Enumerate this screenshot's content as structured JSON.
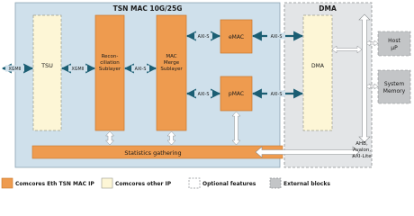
{
  "colors": {
    "orange": "#ee9b4f",
    "orange_border": "#c9762a",
    "yellow": "#fdf6d6",
    "mac_bg": "#cfe0eb",
    "dma_bg": "#e3e5e7",
    "ext_gray": "#c3c5c7",
    "arrow_blue": "#1b5e73",
    "white_arrow": "#ffffff",
    "text": "#1a1a1a"
  },
  "diagram": {
    "mac_region_title": "TSN MAC 10G/25G",
    "dma_region_title": "DMA",
    "blocks": {
      "tsu": "TSU",
      "reconciliation": [
        "Recon-",
        "ciliation",
        "Sublayer"
      ],
      "mac_merge": [
        "MAC",
        "Merge",
        "Sublayer"
      ],
      "emac": "eMAC",
      "pmac": "pMAC",
      "dma": "DMA",
      "host": [
        "Host",
        "µP"
      ],
      "system_memory": [
        "System",
        "Memory"
      ],
      "statistics": "Statistics gathering"
    },
    "arrow_labels": {
      "xgmii_left": "XGMII",
      "xgmii_mid": "XGMII",
      "axi_s_1": "AXI-S",
      "axi_s_emac_in": "AXI-S",
      "axi_s_emac_out": "AXI-S",
      "axi_s_pmac_in": "AXI-S",
      "axi_s_pmac_out": "AXI-S"
    },
    "bus_label": [
      "AHB,",
      "Avalon,",
      "AXI-Lite"
    ]
  },
  "legend": [
    {
      "label": "Comcores Eth TSN MAC IP",
      "style": "orange"
    },
    {
      "label": "Comcores other IP",
      "style": "yellow"
    },
    {
      "label": "Optional features",
      "style": "dashed"
    },
    {
      "label": "External blocks",
      "style": "gray"
    }
  ]
}
